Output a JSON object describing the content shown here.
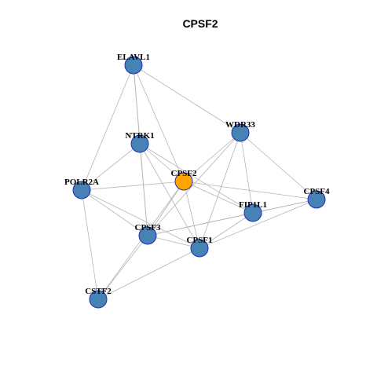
{
  "title": "CPSF2",
  "colors": {
    "node_default": "#4682b4",
    "node_highlight": "#ffa500",
    "node_stroke": "#1f2fb3",
    "edge": "#b4b4b4"
  },
  "nodes": [
    {
      "id": "ELAVL1",
      "label": "ELAVL1",
      "highlight": false
    },
    {
      "id": "NTRK1",
      "label": "NTRK1",
      "highlight": false
    },
    {
      "id": "WDR33",
      "label": "WDR33",
      "highlight": false
    },
    {
      "id": "CPSF2",
      "label": "CPSF2",
      "highlight": true
    },
    {
      "id": "POLR2A",
      "label": "POLR2A",
      "highlight": false
    },
    {
      "id": "CPSF4",
      "label": "CPSF4",
      "highlight": false
    },
    {
      "id": "FIP1L1",
      "label": "FIP1L1",
      "highlight": false
    },
    {
      "id": "CPSF3",
      "label": "CPSF3",
      "highlight": false
    },
    {
      "id": "CPSF1",
      "label": "CPSF1",
      "highlight": false
    },
    {
      "id": "CSTF2",
      "label": "CSTF2",
      "highlight": false
    }
  ],
  "edges": [
    [
      "ELAVL1",
      "NTRK1"
    ],
    [
      "ELAVL1",
      "WDR33"
    ],
    [
      "ELAVL1",
      "POLR2A"
    ],
    [
      "ELAVL1",
      "CPSF2"
    ],
    [
      "ELAVL1",
      "CPSF3"
    ],
    [
      "NTRK1",
      "POLR2A"
    ],
    [
      "NTRK1",
      "CPSF2"
    ],
    [
      "NTRK1",
      "CPSF3"
    ],
    [
      "NTRK1",
      "CPSF1"
    ],
    [
      "NTRK1",
      "FIP1L1"
    ],
    [
      "WDR33",
      "CPSF2"
    ],
    [
      "WDR33",
      "CPSF4"
    ],
    [
      "WDR33",
      "FIP1L1"
    ],
    [
      "WDR33",
      "CPSF1"
    ],
    [
      "WDR33",
      "CPSF3"
    ],
    [
      "CPSF2",
      "POLR2A"
    ],
    [
      "CPSF2",
      "CPSF4"
    ],
    [
      "CPSF2",
      "FIP1L1"
    ],
    [
      "CPSF2",
      "CPSF3"
    ],
    [
      "CPSF2",
      "CPSF1"
    ],
    [
      "CPSF2",
      "CSTF2"
    ],
    [
      "POLR2A",
      "CPSF3"
    ],
    [
      "POLR2A",
      "CPSF1"
    ],
    [
      "POLR2A",
      "CSTF2"
    ],
    [
      "CPSF4",
      "FIP1L1"
    ],
    [
      "CPSF4",
      "CPSF1"
    ],
    [
      "CPSF4",
      "CPSF3"
    ],
    [
      "FIP1L1",
      "CPSF3"
    ],
    [
      "FIP1L1",
      "CPSF1"
    ],
    [
      "CPSF3",
      "CPSF1"
    ],
    [
      "CPSF3",
      "CSTF2"
    ],
    [
      "CPSF1",
      "CSTF2"
    ]
  ]
}
